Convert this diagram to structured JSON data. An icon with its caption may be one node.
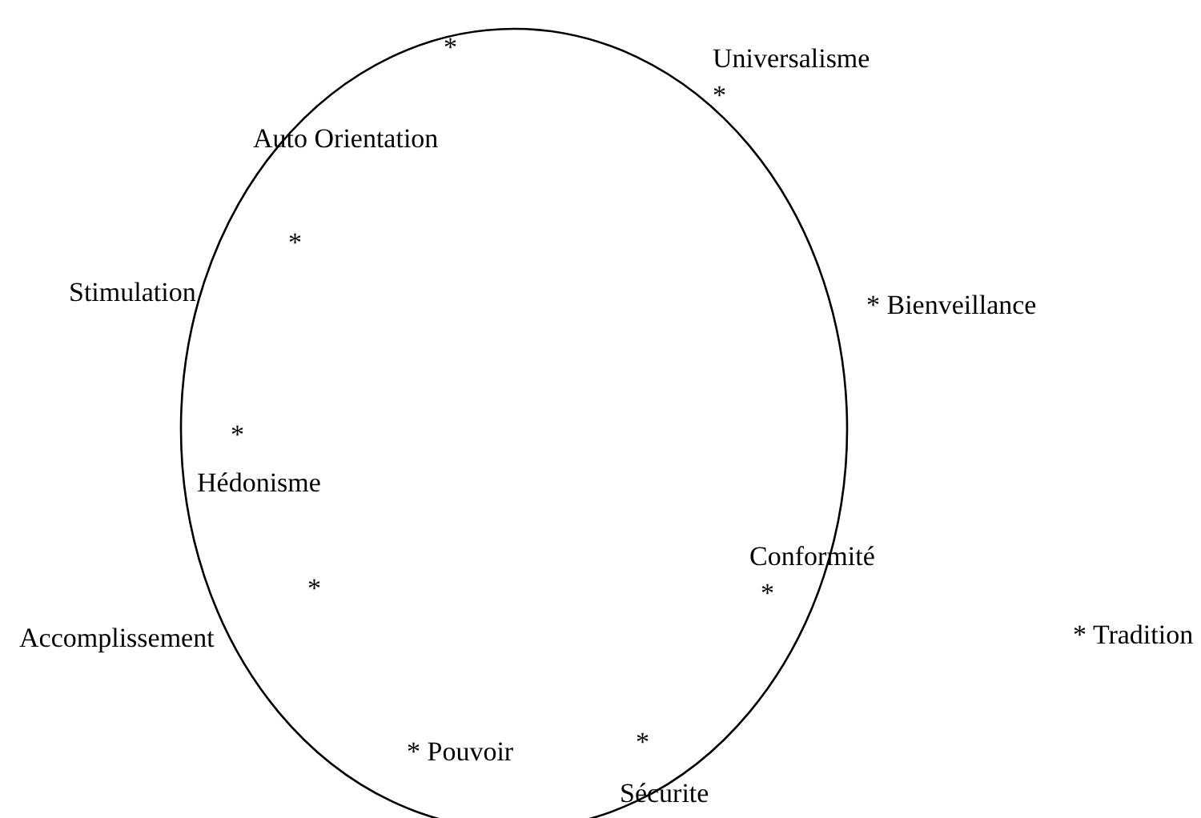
{
  "diagram": {
    "labels": [
      "*",
      "Universalisme",
      "*",
      "Auto Orientation",
      "*",
      "Stimulation",
      "* Bienveillance",
      "*",
      "Hédonisme",
      "Conformité",
      "*",
      "*",
      "Accomplissement",
      "* Tradition",
      "*",
      "* Pouvoir",
      "Sécurite"
    ]
  }
}
